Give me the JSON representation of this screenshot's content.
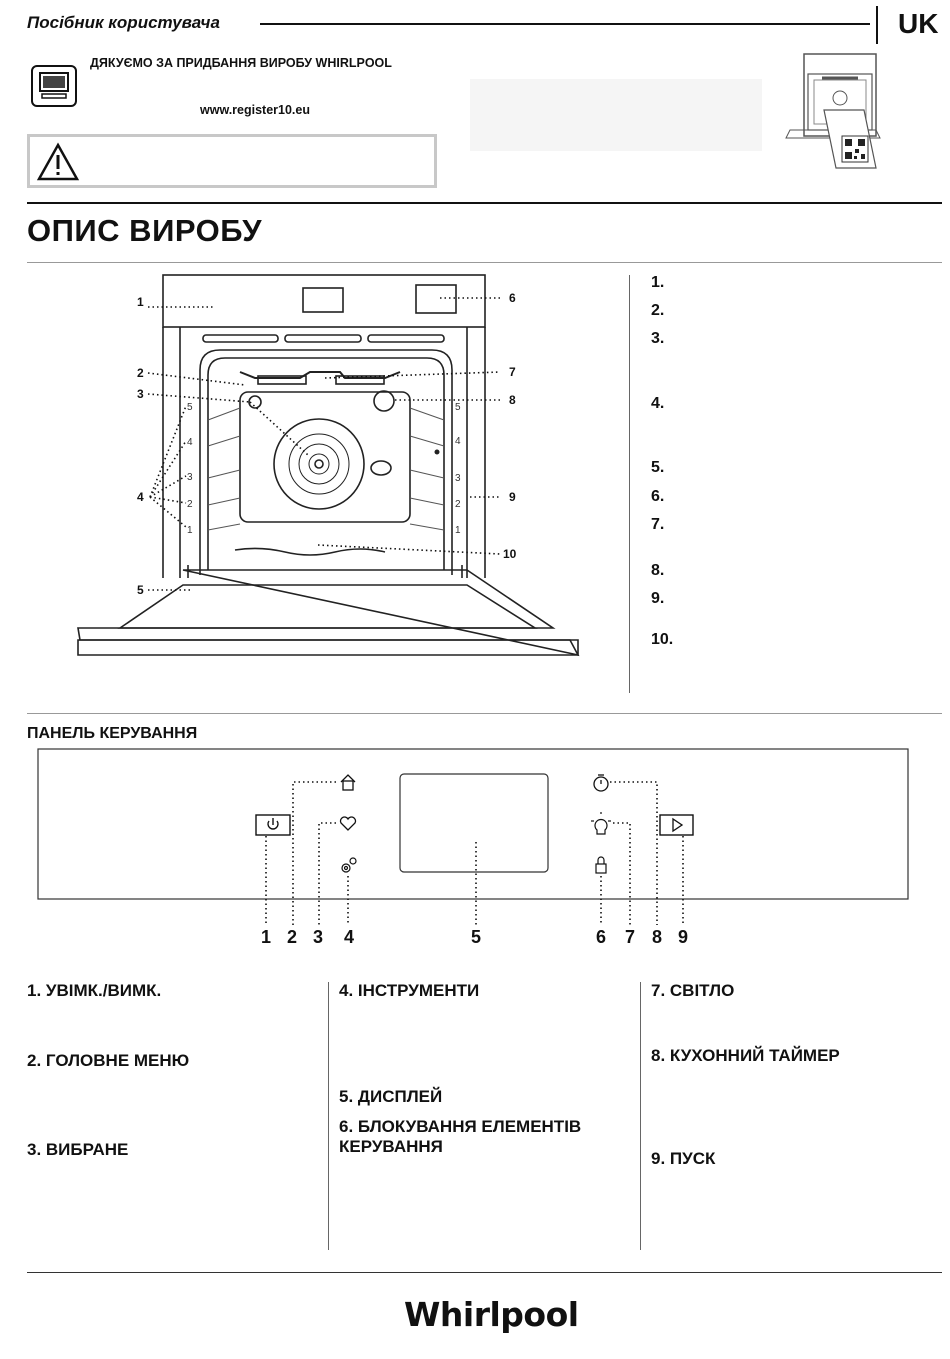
{
  "header": {
    "title": "Посібник користувача",
    "lang": "UK"
  },
  "intro": {
    "thanks": "ДЯКУЄМО ЗА ПРИДБАННЯ ВИРОБУ WHIRLPOOL",
    "register_url": "www.register10.eu"
  },
  "product": {
    "heading": "ОПИС ВИРОБУ",
    "callouts": [
      "1",
      "2",
      "3",
      "4",
      "5",
      "6",
      "7",
      "8",
      "9",
      "10"
    ],
    "shelf_labels_left": [
      "5",
      "4",
      "3",
      "2",
      "1"
    ],
    "shelf_labels_right": [
      "5",
      "4",
      "3",
      "2",
      "1"
    ],
    "list": [
      "1.",
      "2.",
      "3.",
      "4.",
      "5.",
      "6.",
      "7.",
      "8.",
      "9.",
      "10."
    ]
  },
  "panel": {
    "heading": "ПАНЕЛЬ КЕРУВАННЯ",
    "numbers": [
      "1",
      "2",
      "3",
      "4",
      "5",
      "6",
      "7",
      "8",
      "9"
    ],
    "items": {
      "c1": [
        "1. УВІМК./ВИМК.",
        "2. ГОЛОВНЕ МЕНЮ",
        "3. ВИБРАНЕ"
      ],
      "c2": [
        "4. ІНСТРУМЕНТИ",
        "5. ДИСПЛЕЙ",
        "6. БЛОКУВАННЯ ЕЛЕМЕНТІВ КЕРУВАННЯ"
      ],
      "c3": [
        "7. СВІТЛО",
        "8. КУХОННИЙ ТАЙМЕР",
        "9. ПУСК"
      ]
    }
  },
  "footer": {
    "brand": "Whirlpool"
  }
}
